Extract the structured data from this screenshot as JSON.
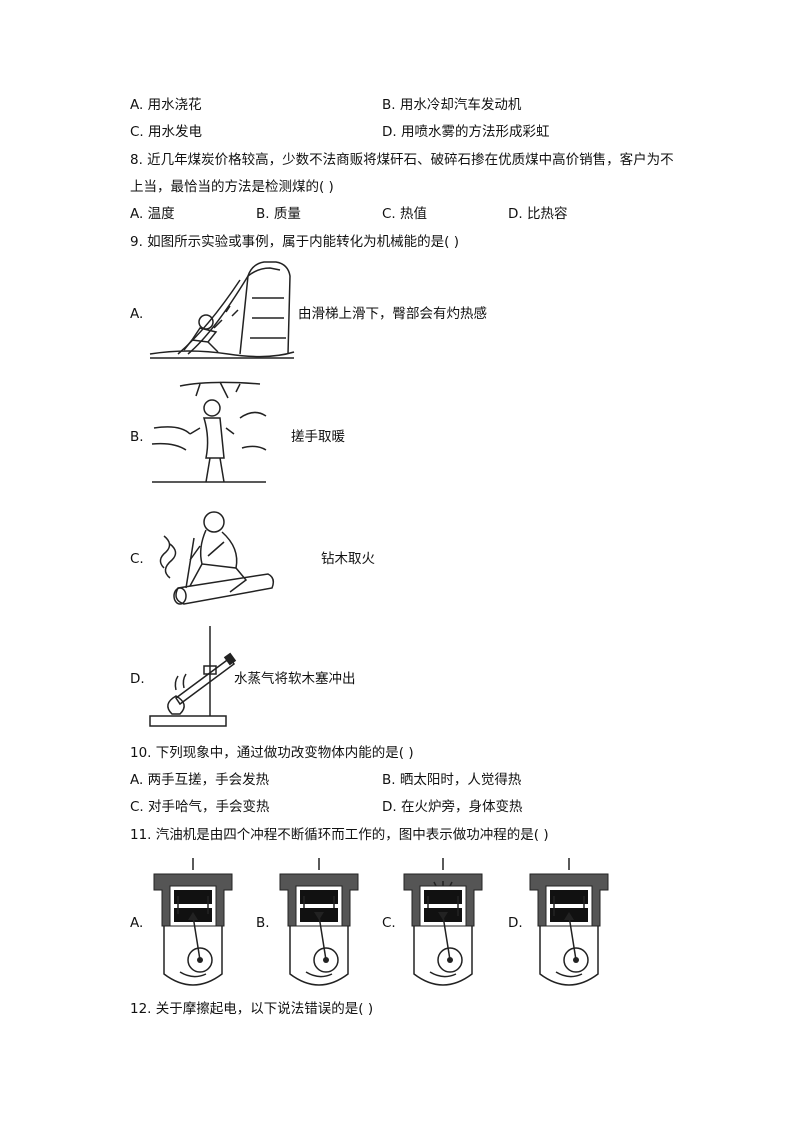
{
  "q7": {
    "a": "A. 用水浇花",
    "b": "B. 用水冷却汽车发动机",
    "c": "C. 用水发电",
    "d": "D. 用喷水雾的方法形成彩虹"
  },
  "q8": {
    "line1": "8.   近几年煤炭价格较高，少数不法商贩将煤矸石、破碎石掺在优质煤中高价销售，客户为不",
    "line2": "上当，最恰当的方法是检测煤的(    )",
    "a": "A. 温度",
    "b": "B. 质量",
    "c": "C. 热值",
    "d": "D. 比热容"
  },
  "q9": {
    "stem": "9.   如图所示实验或事例，属于内能转化为机械能的是(    )",
    "a_letter": "A.",
    "a_text": "由滑梯上滑下，臀部会有灼热感",
    "b_letter": "B.",
    "b_text": "搓手取暖",
    "c_letter": "C.",
    "c_text": "钻木取火",
    "d_letter": "D.",
    "d_text": "水蒸气将软木塞冲出"
  },
  "q10": {
    "stem": "10.   下列现象中，通过做功改变物体内能的是(    )",
    "a": "A. 两手互搓，手会发热",
    "b": "B. 晒太阳时，人觉得热",
    "c": "C. 对手哈气，手会变热",
    "d": "D. 在火炉旁，身体变热"
  },
  "q11": {
    "stem": "11.   汽油机是由四个冲程不断循环而工作的，图中表示做功冲程的是(    )",
    "a": "A.",
    "b": "B.",
    "c": "C.",
    "d": "D."
  },
  "q12": {
    "stem": "12.   关于摩擦起电，以下说法错误的是(    )"
  }
}
